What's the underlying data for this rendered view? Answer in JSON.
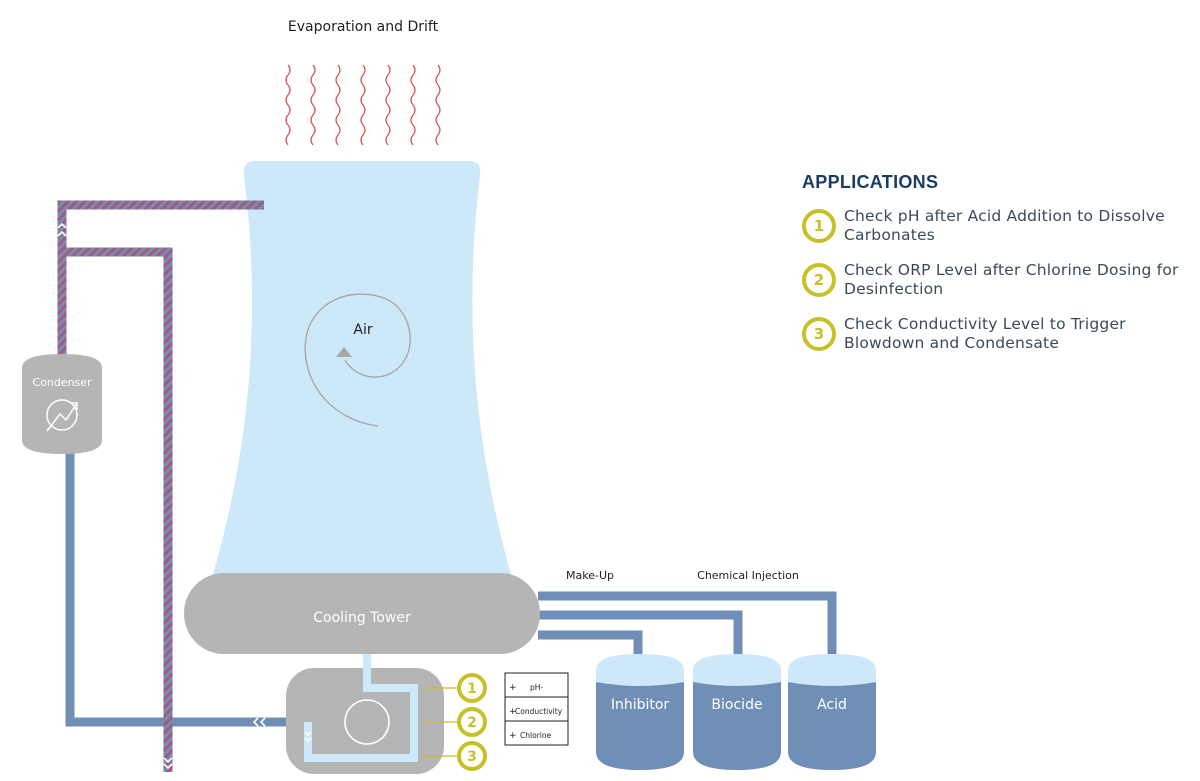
{
  "labels": {
    "evaporation": "Evaporation and Drift",
    "air": "Air",
    "condenser": "Condenser",
    "cooling_tower": "Cooling Tower",
    "make_up": "Make-Up",
    "chemical_injection": "Chemical Injection"
  },
  "tanks": [
    "Inhibitor",
    "Biocide",
    "Acid"
  ],
  "checkpoints": [
    "1",
    "2",
    "3"
  ],
  "controller": {
    "rows": [
      {
        "sign": "+",
        "label": "pH-"
      },
      {
        "sign": "+",
        "label": "Conductivity"
      },
      {
        "sign": "+",
        "label": "Chlorine"
      }
    ]
  },
  "applications": {
    "title": "APPLICATIONS",
    "items": [
      {
        "num": "1",
        "text": "Check pH after Acid Addition to Dissolve Carbonates"
      },
      {
        "num": "2",
        "text": "Check ORP Level after Chlorine Dosing for Desinfection"
      },
      {
        "num": "3",
        "text": "Check Conductivity Level to Trigger Blowdown and Condensate"
      }
    ]
  },
  "colors": {
    "tower": "#cde8f8",
    "gray": "#b5b5b5",
    "pipe": "#6f8fb7",
    "pipe_hot": "#a8597a",
    "tank_liquid": "#6f8fb7",
    "tank_top": "#cde8f8",
    "accent_yellow": "#c6c128",
    "heading": "#1b3d63",
    "wave": "#d84a5a"
  }
}
